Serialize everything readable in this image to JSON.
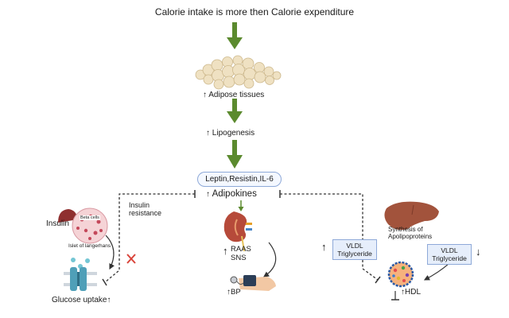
{
  "title": "Calorie intake is more then Calorie expenditure",
  "adipose_label": "Adipose tissues",
  "lipogenesis_label": "Lipogenesis",
  "adipokine_box": "Leptin,Resistin,IL-6",
  "adipokines_label": "Adipokines",
  "insulin_label": "Insulin",
  "beta_cells_label": "Beta cells",
  "islet_label": "Islet of langerhans",
  "insulin_resistance_label": "Insulin\nresistance",
  "glucose_uptake_label": "Glucose uptake",
  "raas_sns_label": "RAAS\nSNS",
  "bp_label": "BP",
  "vldl_left_label": "VLDL\nTriglyceride",
  "synthesis_label": "Synthesis of\nApolipoproteins",
  "vldl_right_label": "VLDL\nTriglyceride",
  "hdl_label": "HDL",
  "colors": {
    "green_arrow": "#5b8a2e",
    "box_fill": "#e6eefb",
    "box_border": "#8ea9d8",
    "red_cross": "#d9443a",
    "liver": "#a2533c",
    "kidney": "#b64a3a"
  },
  "icons": [
    "fat-cells-icon",
    "pancreas-icon",
    "islet-icon",
    "glucose-transporter-icon",
    "kidney-icon",
    "blood-pressure-cuff-icon",
    "liver-icon",
    "lipoprotein-icon",
    "cross-icon"
  ]
}
